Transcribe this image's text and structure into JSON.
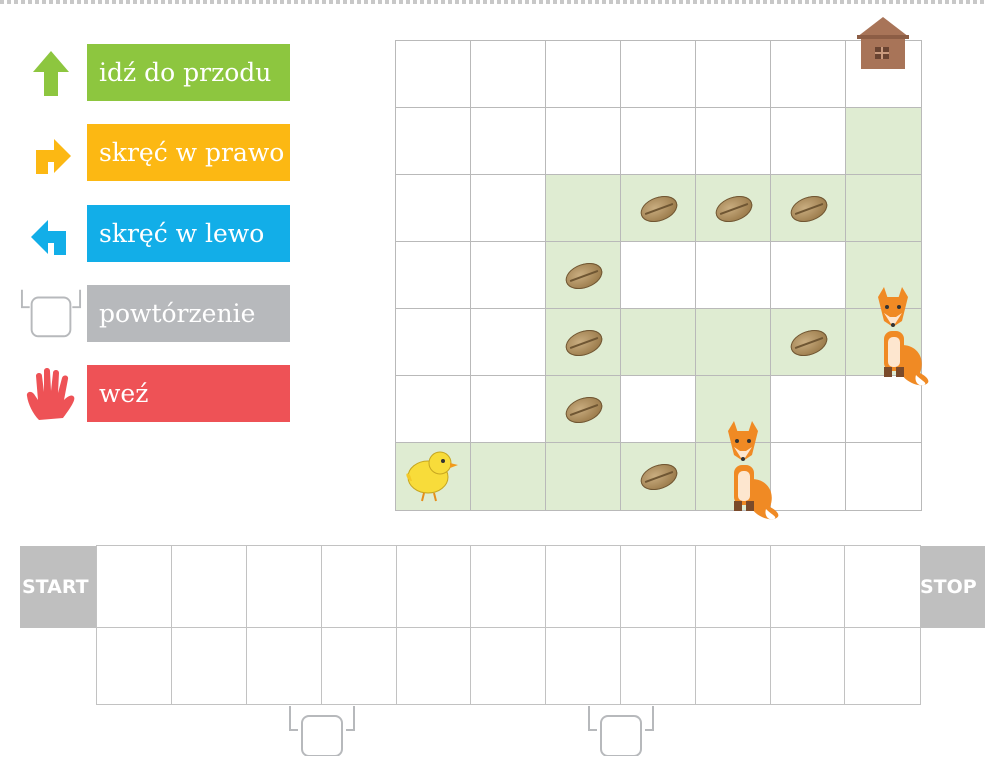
{
  "legend": [
    {
      "icon": "arrow-up-icon",
      "label": "idź do przodu",
      "color": "#8dc63f"
    },
    {
      "icon": "turn-right-arrow-icon",
      "label": "skręć w prawo",
      "color": "#fcb813"
    },
    {
      "icon": "turn-left-arrow-icon",
      "label": "skręć w lewo",
      "color": "#12aee8"
    },
    {
      "icon": "repeat-bracket-icon",
      "label": "powtórzenie",
      "color": "#b7b9bc"
    },
    {
      "icon": "hand-icon",
      "label": "weź",
      "color": "#ee5256"
    }
  ],
  "board": {
    "columns": 7,
    "rows": 7,
    "cells": [
      [
        "empty",
        "empty",
        "empty",
        "empty",
        "empty",
        "empty",
        "house"
      ],
      [
        "empty",
        "empty",
        "empty",
        "empty",
        "empty",
        "empty",
        "path"
      ],
      [
        "empty",
        "empty",
        "path",
        "seed",
        "seed",
        "seed",
        "path"
      ],
      [
        "empty",
        "empty",
        "seed",
        "empty",
        "empty",
        "empty",
        "path"
      ],
      [
        "empty",
        "empty",
        "seed",
        "path",
        "path",
        "seed",
        "fox"
      ],
      [
        "empty",
        "empty",
        "seed",
        "empty",
        "path",
        "empty",
        "empty"
      ],
      [
        "chick",
        "path",
        "path",
        "seed",
        "fox",
        "empty",
        "empty"
      ]
    ],
    "colors": {
      "path": "#dfecd2",
      "grid": "#b9b9b9",
      "seed": "#9d7d4d",
      "fox": "#f08a24",
      "house": "#a87458"
    }
  },
  "program": {
    "start_label": "START",
    "stop_label": "STOP",
    "slots_per_row": 11,
    "rows": 2
  }
}
